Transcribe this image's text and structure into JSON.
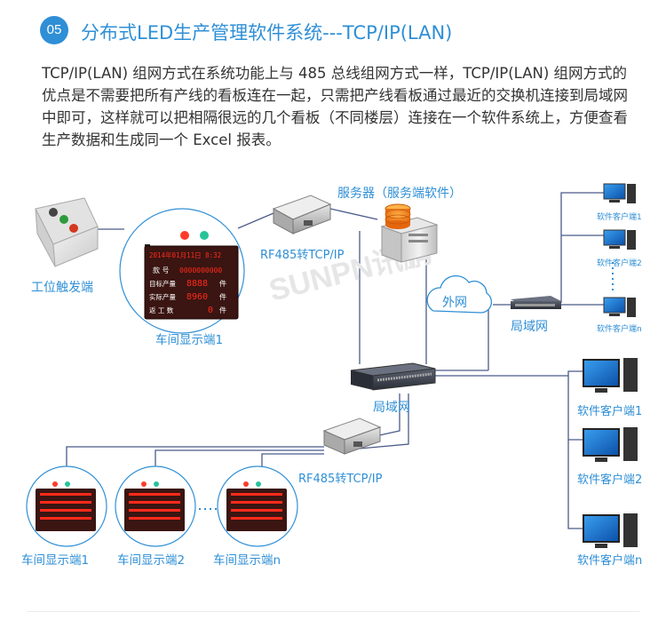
{
  "header": {
    "number": "05",
    "title": "分布式LED生产管理软件系统---TCP/IP(LAN)"
  },
  "intro_text": "TCP/IP(LAN) 组网方式在系统功能上与 485 总线组网方式一样，TCP/IP(LAN) 组网方式的优点是不需要把所有产线的看板连在一起，只需把产线看板通过最近的交换机连接到局域网中即可，这样就可以把相隔很远的几个看板（不同楼层）连接在一个软件系统上，方便查看生产数据和生成同一个 Excel 报表。",
  "watermark": "SUNPN讯鹏",
  "diagram": {
    "workstation_trigger": "工位触发端",
    "board_main": {
      "label": "车间显示端1",
      "date_text": "2014年01月11日 8:32",
      "rows": [
        {
          "label": "款 号",
          "value": "0000000000",
          "unit": ""
        },
        {
          "label": "目标产量",
          "value": "8888",
          "unit": "件"
        },
        {
          "label": "实际产量",
          "value": "8960",
          "unit": "件"
        },
        {
          "label": "返 工 数",
          "value": "0",
          "unit": "件"
        }
      ]
    },
    "converter_top": "RF485转TCP/IP",
    "server": "服务器（服务端软件）",
    "internet": "外网",
    "lan_switch_center": "局域网",
    "lan_switch_right": "局域网",
    "converter_bottom": "RF485转TCP/IP",
    "clients_small": [
      "软件客户端1",
      "软件客户端2",
      "软件客户端n"
    ],
    "clients_large": [
      "软件客户端1",
      "软件客户端2",
      "软件客户端n"
    ],
    "boards_bottom": [
      "车间显示端1",
      "车间显示端2",
      "车间显示端n"
    ]
  },
  "colors": {
    "accent": "#2f8fd6",
    "board_bg": "#3a1512",
    "led_red": "#ff2a1a",
    "line": "#4a5a8a"
  }
}
